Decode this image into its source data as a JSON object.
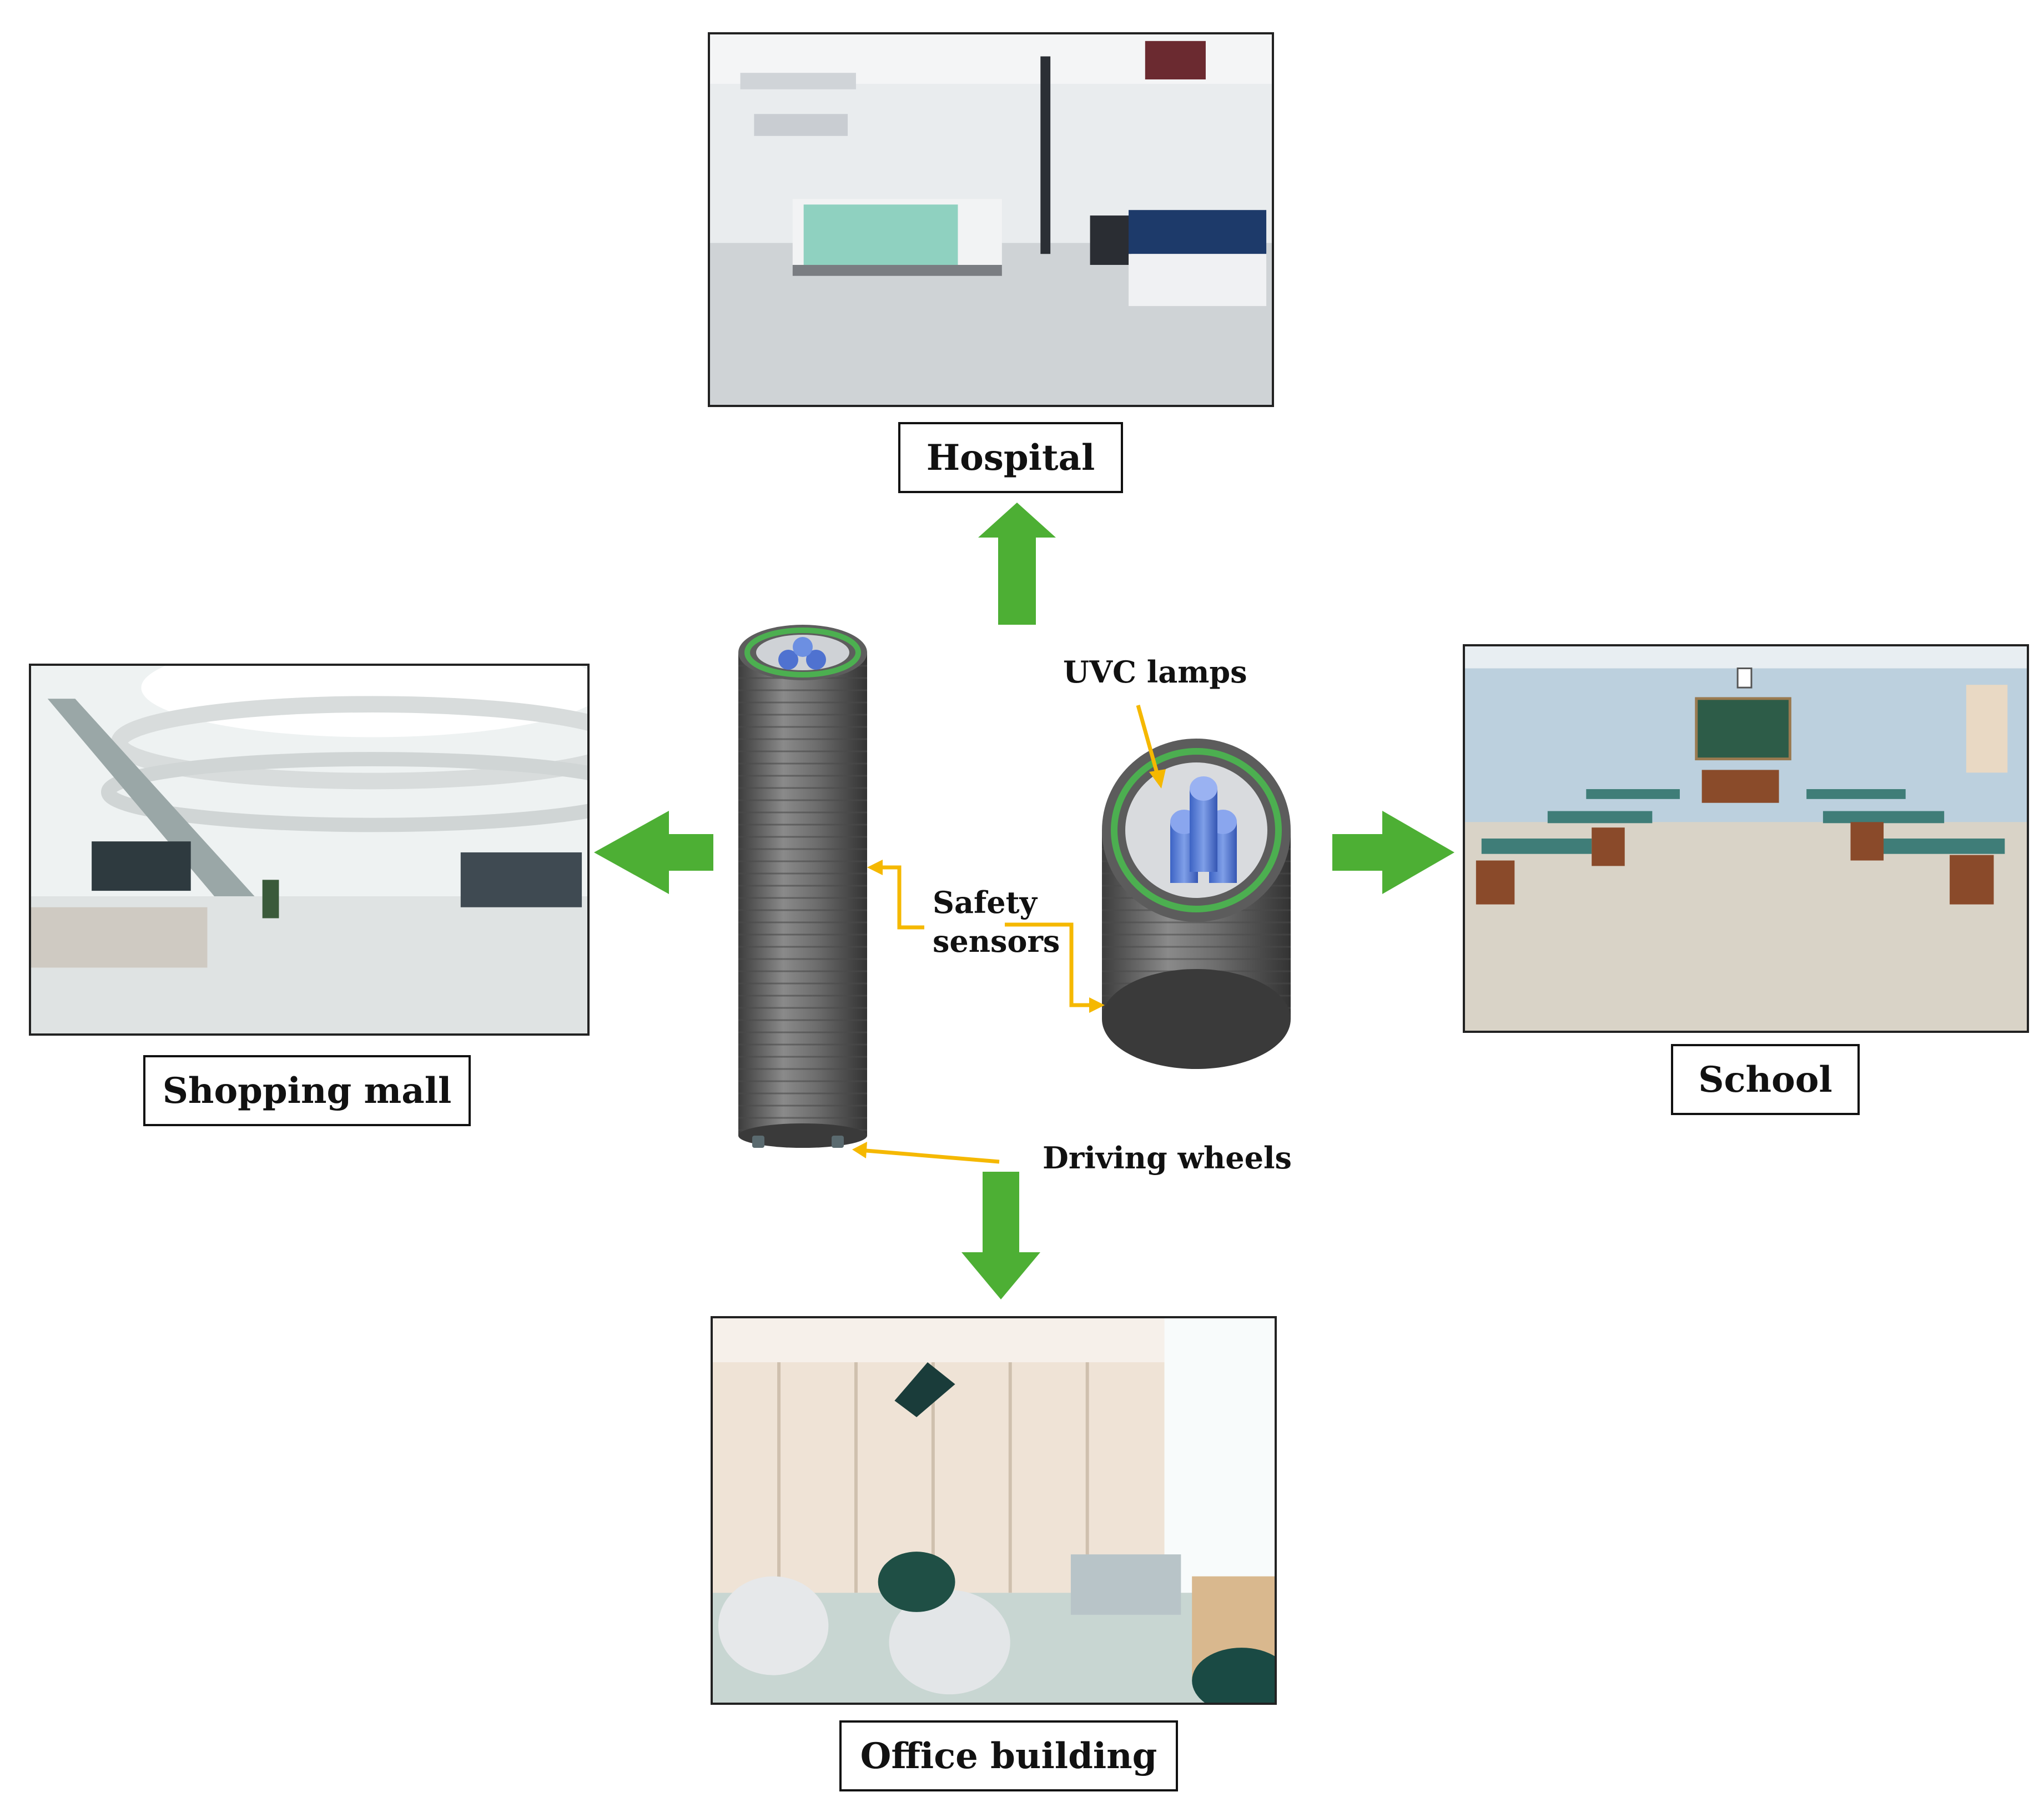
{
  "locations": {
    "hospital": {
      "label": "Hospital"
    },
    "shopping_mall": {
      "label": "Shopping mall"
    },
    "school": {
      "label": "School"
    },
    "office_building": {
      "label": "Office building"
    }
  },
  "robot": {
    "callouts": {
      "uvc_lamps": "UVC lamps",
      "safety_sensors_line1": "Safety",
      "safety_sensors_line2": "sensors",
      "driving_wheels": "Driving wheels"
    }
  },
  "colors": {
    "arrow_green": "#4daf34",
    "callout_orange": "#f5b800",
    "robot_gray": "#6b6b6b",
    "lamp_blue": "#5b7fd6",
    "ring_green": "#4caf50"
  }
}
